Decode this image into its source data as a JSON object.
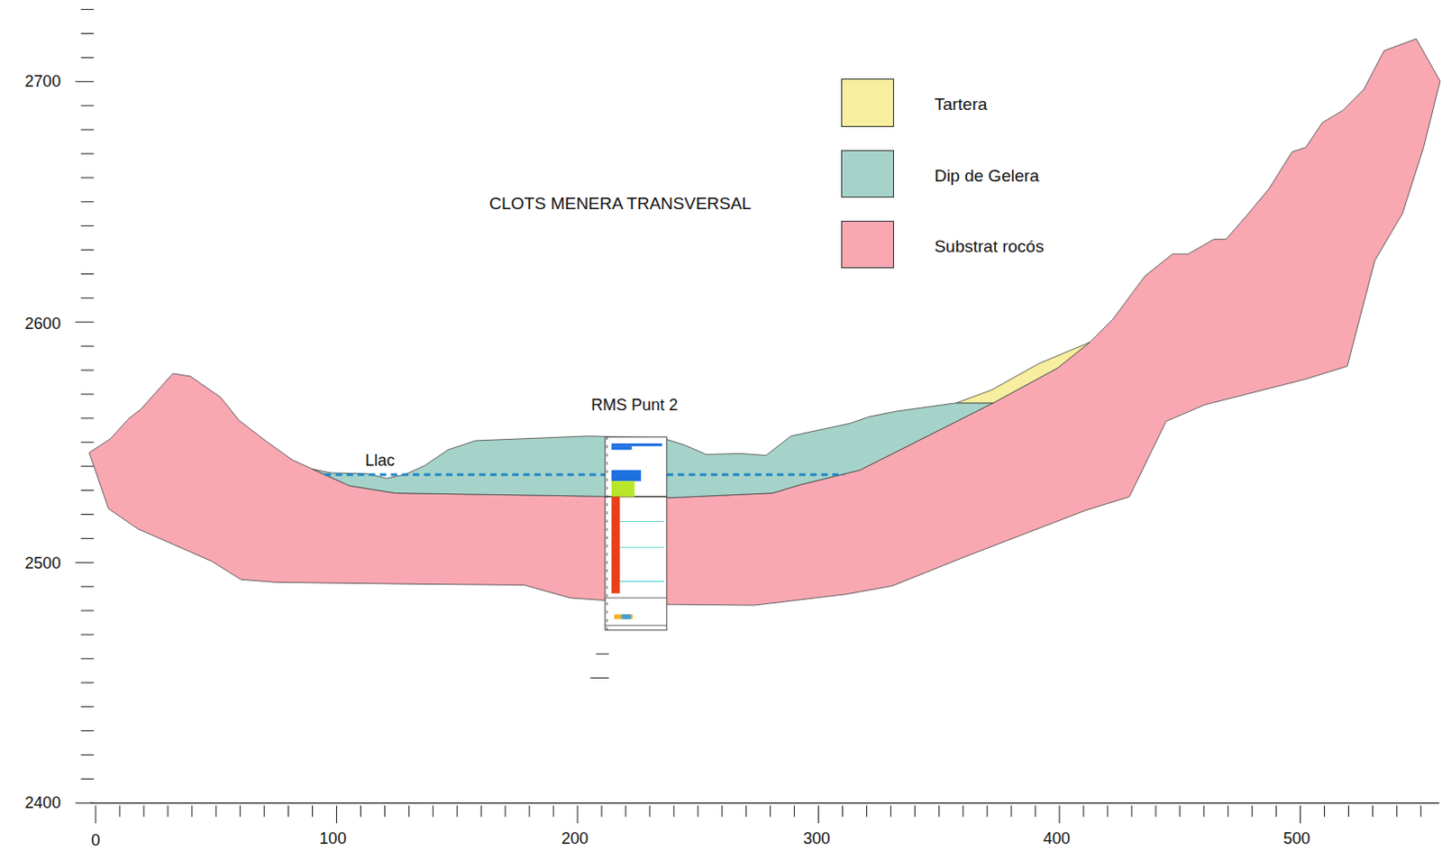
{
  "diagram": {
    "title": "CLOTS MENERA TRANSVERSAL",
    "labels": [
      "Llac",
      "RMS Punt 2",
      "2700",
      "2600",
      "2500",
      "2400",
      "0",
      "100",
      "200",
      "300",
      "400",
      "500"
    ],
    "legend": [
      {
        "text": "Tartera",
        "color": "#f8ee9f"
      },
      {
        "text": "Dip de Gelera",
        "color": "#a6d3c9"
      },
      {
        "text": "Substrat rocós",
        "color": "#f9a8b2"
      }
    ]
  }
}
